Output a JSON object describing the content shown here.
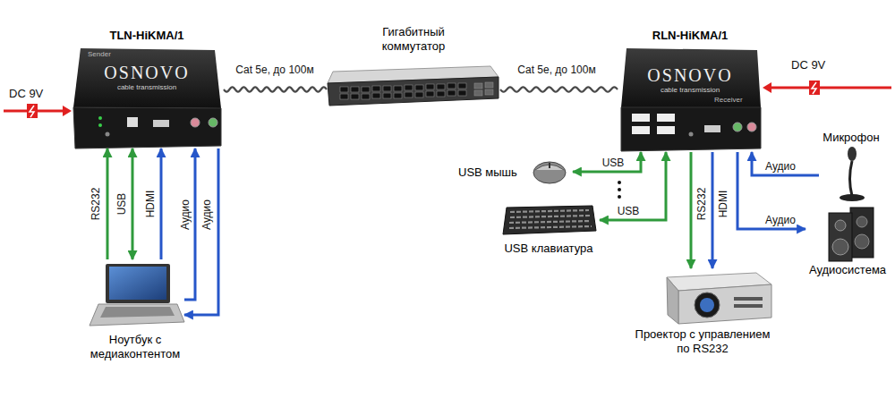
{
  "diagram": {
    "nodes": [
      {
        "text": [
          "TLN-HiKMA/1",
          "Sender",
          "OSNOVO",
          "cable transmission"
        ]
      },
      {
        "text": [
          "Гигабитный коммутатор"
        ]
      },
      {
        "text": [
          "RLN-HiKMA/1",
          "OSNOVO",
          "cable transmission",
          "Receiver"
        ]
      },
      {
        "text": [
          "Ноутбук с медиаконтентом"
        ]
      },
      {
        "text": [
          "USB мышь"
        ]
      },
      {
        "text": [
          "USB клавиатура"
        ]
      },
      {
        "text": [
          "Проектор с управлением по RS232"
        ]
      },
      {
        "text": [
          "Микрофон"
        ]
      },
      {
        "text": [
          "Аудиосистема"
        ]
      }
    ],
    "edges": [
      {
        "from": 0,
        "to": 1,
        "arrow": "none",
        "label": "Cat 5e, до 100м"
      },
      {
        "from": 1,
        "to": 2,
        "arrow": "none",
        "label": "Cat 5e, до 100м"
      },
      {
        "from": 3,
        "to": 0,
        "arrow": "to",
        "label": "RS232"
      },
      {
        "from": 3,
        "to": 0,
        "arrow": "both",
        "label": "USB"
      },
      {
        "from": 3,
        "to": 0,
        "arrow": "to",
        "label": "HDMI"
      },
      {
        "from": 3,
        "to": 0,
        "arrow": "to",
        "label": "Аудио"
      },
      {
        "from": 0,
        "to": 3,
        "arrow": "to",
        "label": "Аудио"
      },
      {
        "from": 2,
        "to": 4,
        "arrow": "both",
        "label": "USB"
      },
      {
        "from": 2,
        "to": 5,
        "arrow": "both",
        "label": "USB"
      },
      {
        "from": 2,
        "to": 6,
        "arrow": "to",
        "label": "RS232"
      },
      {
        "from": 2,
        "to": 6,
        "arrow": "to",
        "label": "HDMI"
      },
      {
        "from": 7,
        "to": 2,
        "arrow": "to",
        "label": "Аудио"
      },
      {
        "from": 2,
        "to": 8,
        "arrow": "to",
        "label": "Аудио"
      }
    ],
    "labels": [
      "DC 9V",
      "DC 9V"
    ]
  }
}
